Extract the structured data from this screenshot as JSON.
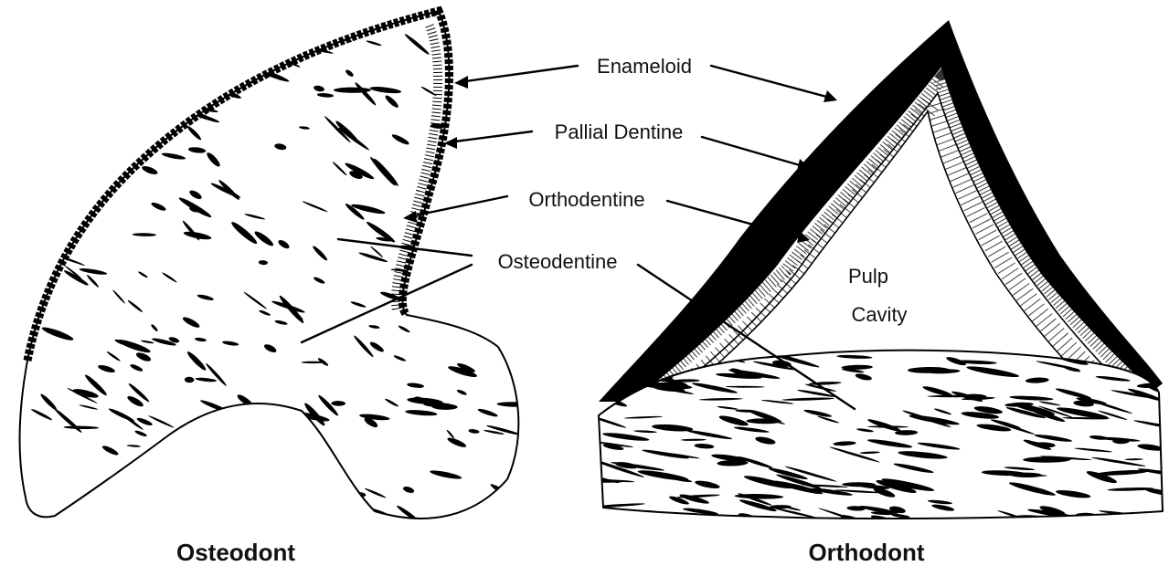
{
  "labels": {
    "enameloid": "Enameloid",
    "pallial_dentine": "Pallial Dentine",
    "orthodentine": "Orthodentine",
    "osteodentine": "Osteodentine",
    "pulp": "Pulp",
    "cavity": "Cavity"
  },
  "captions": {
    "left": "Osteodont",
    "right": "Orthodont"
  },
  "colors": {
    "ink": "#000000",
    "paper": "#ffffff"
  }
}
